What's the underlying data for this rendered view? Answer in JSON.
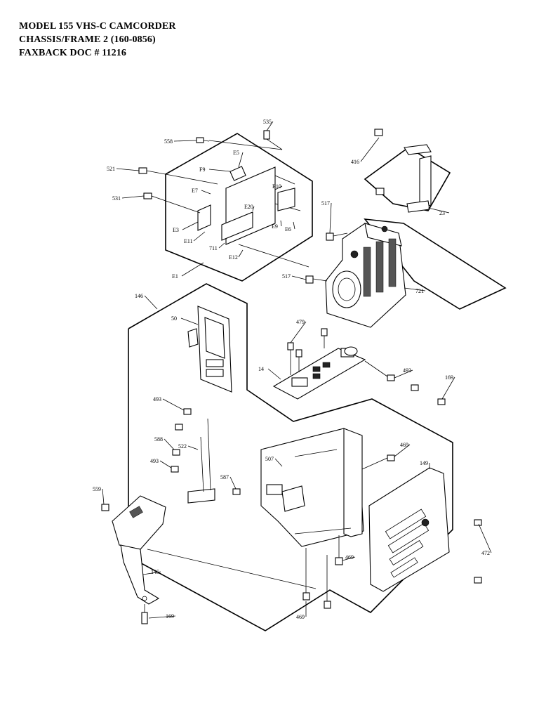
{
  "header": {
    "line1": "MODEL 155 VHS-C CAMCORDER",
    "line2": "CHASSIS/FRAME 2  (160-0856)",
    "line3": "FAXBACK DOC # 11216"
  },
  "diagram": {
    "callouts": [
      "535",
      "558",
      "E5",
      "F9",
      "521",
      "E7",
      "E10",
      "531",
      "E20",
      "E3",
      "E9",
      "E6",
      "E11",
      "711",
      "E12",
      "E1",
      "416",
      "23",
      "517",
      "517",
      "721",
      "146",
      "50",
      "479",
      "14",
      "493",
      "169",
      "493",
      "588",
      "522",
      "493",
      "587",
      "507",
      "469",
      "149",
      "559",
      "472",
      "469",
      "145",
      "469",
      "169"
    ]
  }
}
